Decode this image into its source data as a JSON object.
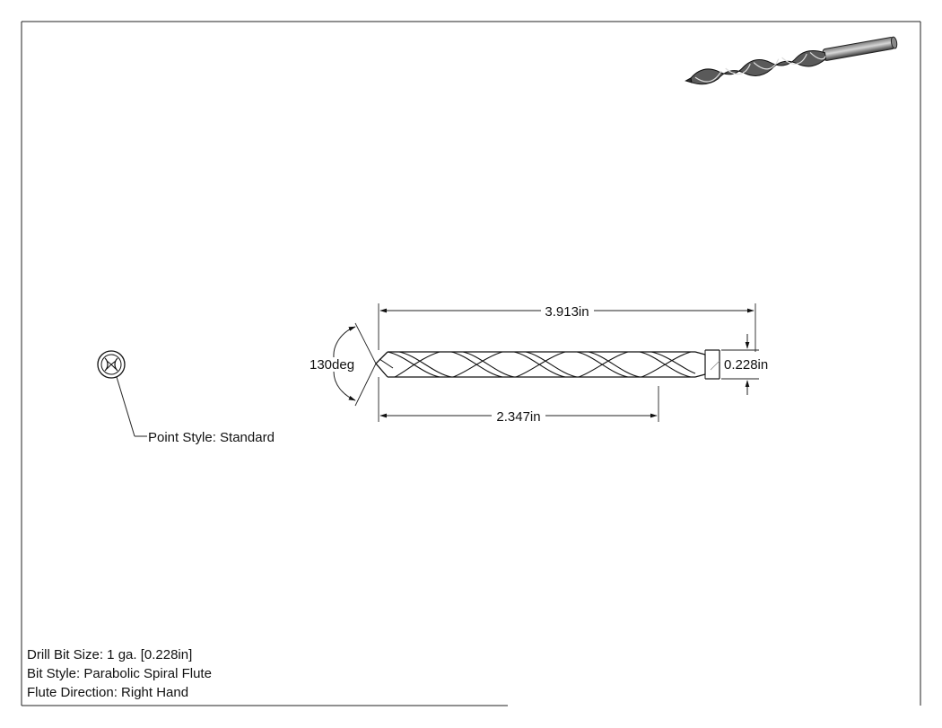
{
  "drawing": {
    "dimensions": {
      "overall_length": "3.913in",
      "flute_length": "2.347in",
      "diameter": "0.228in",
      "point_angle": "130deg"
    },
    "callouts": {
      "point_style": "Point Style: Standard"
    },
    "notes": [
      "Drill Bit Size: 1 ga. [0.228in]",
      "Bit Style: Parabolic Spiral Flute",
      "Flute Direction: Right Hand"
    ]
  }
}
